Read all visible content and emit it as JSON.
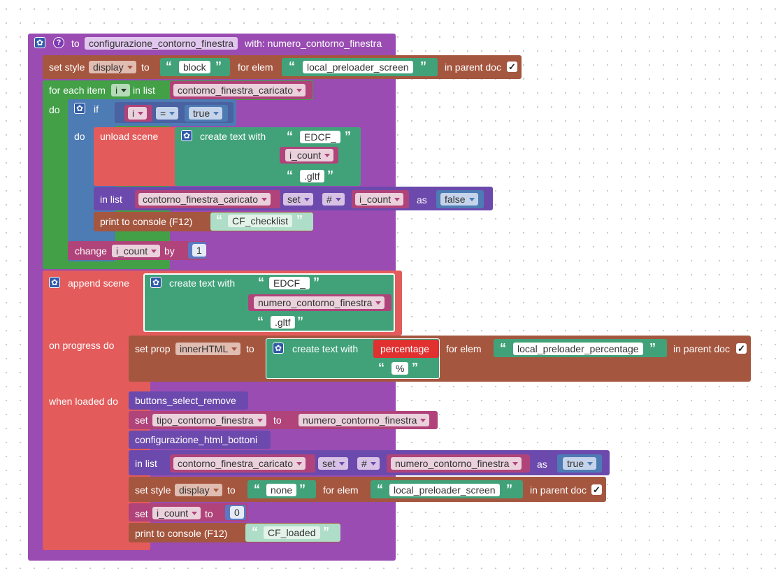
{
  "procedure": {
    "to": "to",
    "name": "configurazione_contorno_finestra",
    "with": "with: numero_contorno_finestra"
  },
  "set_style_1": {
    "label": "set style",
    "prop": "display",
    "to": "to",
    "value": "block",
    "for_elem": "for elem",
    "elem": "local_preloader_screen",
    "in_parent": "in parent doc"
  },
  "for_each": {
    "label": "for each item",
    "var": "i",
    "in_list": "in list",
    "list": "contorno_finestra_caricato",
    "do": "do"
  },
  "if_block": {
    "label": "if",
    "left": "i",
    "op": "=",
    "right": "true",
    "do": "do"
  },
  "unload": {
    "label": "unload scene",
    "create_text": "create text with",
    "t1": "EDCF_",
    "t2": "i_count",
    "t3": ".gltf"
  },
  "in_list_1": {
    "label": "in list",
    "list": "contorno_finestra_caricato",
    "mode": "set",
    "where": "#",
    "index": "i_count",
    "as": "as",
    "value": "false"
  },
  "print_1": {
    "label": "print to console (F12)",
    "text": "CF_checklist"
  },
  "change": {
    "label": "change",
    "var": "i_count",
    "by": "by",
    "value": "1"
  },
  "append": {
    "label": "append scene",
    "create_text": "create text with",
    "t1": "EDCF_",
    "t2": "numero_contorno_finestra",
    "t3": ".gltf",
    "on_progress": "on progress do",
    "when_loaded": "when loaded do"
  },
  "set_prop": {
    "label": "set prop",
    "prop": "innerHTML",
    "to": "to",
    "create_text": "create text with",
    "percentage": "percentage",
    "pct": "%",
    "for_elem": "for elem",
    "elem": "local_preloader_percentage",
    "in_parent": "in parent doc"
  },
  "buttons_remove": {
    "label": "buttons_select_remove"
  },
  "set_tipo": {
    "label": "set",
    "var": "tipo_contorno_finestra",
    "to": "to",
    "value": "numero_contorno_finestra"
  },
  "config_html": {
    "label": "configurazione_html_bottoni"
  },
  "in_list_2": {
    "label": "in list",
    "list": "contorno_finestra_caricato",
    "mode": "set",
    "where": "#",
    "index": "numero_contorno_finestra",
    "as": "as",
    "value": "true"
  },
  "set_style_2": {
    "label": "set style",
    "prop": "display",
    "to": "to",
    "value": "none",
    "for_elem": "for elem",
    "elem": "local_preloader_screen",
    "in_parent": "in parent doc"
  },
  "set_icount": {
    "label": "set",
    "var": "i_count",
    "to": "to",
    "value": "0"
  },
  "print_2": {
    "label": "print to console (F12)",
    "text": "CF_loaded"
  },
  "glyphs": {
    "open_quote": "“",
    "close_quote": "”",
    "check": "✓",
    "gear": "✿",
    "help": "?"
  },
  "colors": {
    "procedure": "#9a4cb3",
    "style": "#a5563f",
    "loop": "#43a047",
    "logic": "#4d7bb4",
    "scene": "#e35b5b",
    "text": "#41a27a",
    "list": "#6c4aad",
    "variable": "#b0437a"
  }
}
